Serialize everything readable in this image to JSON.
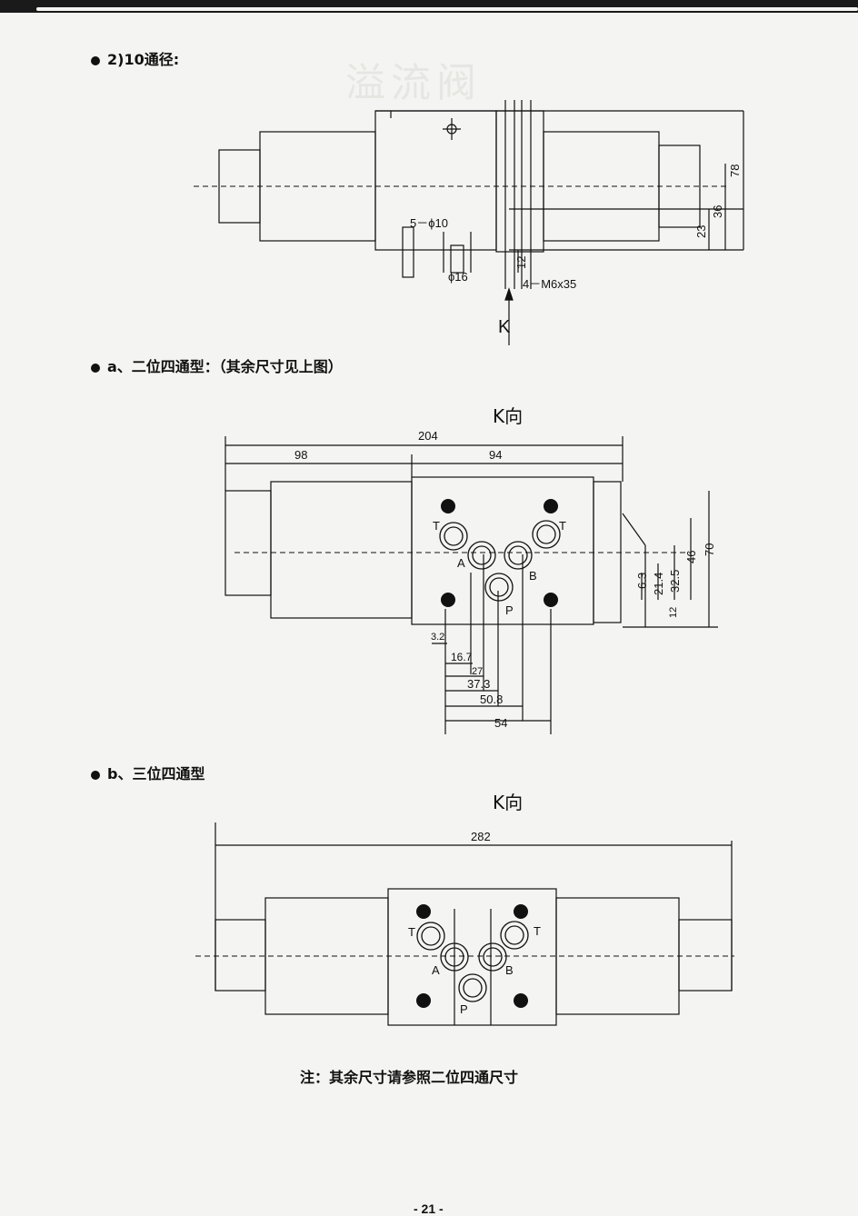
{
  "header": {
    "section_title": "2)10通径:"
  },
  "sections": {
    "two_position": {
      "title": "a、二位四通型：（其余尺寸见上图）",
      "view_label": "K向"
    },
    "three_position": {
      "title": "b、三位四通型",
      "view_label": "K向"
    }
  },
  "side_view": {
    "labels": {
      "bolt_holes": "5－ϕ10",
      "counterbore": "ϕ16",
      "screws": "4－M6x35",
      "view_arrow": "K"
    },
    "dims": [
      "78",
      "36",
      "23",
      "12"
    ]
  },
  "front_view_a": {
    "dims_top": [
      "204",
      "98",
      "94"
    ],
    "dims_right": [
      "70",
      "46",
      "32.5",
      "21.4",
      "6.3",
      "12"
    ],
    "dims_bottom": [
      "3.2",
      "16.7",
      "27",
      "37.3",
      "50.8",
      "54"
    ],
    "ports": [
      "T",
      "T",
      "A",
      "B",
      "P"
    ]
  },
  "front_view_b": {
    "dims_top": [
      "282"
    ],
    "ports": [
      "T",
      "T",
      "A",
      "B",
      "P"
    ]
  },
  "footer": {
    "note": "注：其余尺寸请参照二位四通尺寸",
    "page_number": "- 21 -"
  },
  "ghost_title": "溢流阀"
}
